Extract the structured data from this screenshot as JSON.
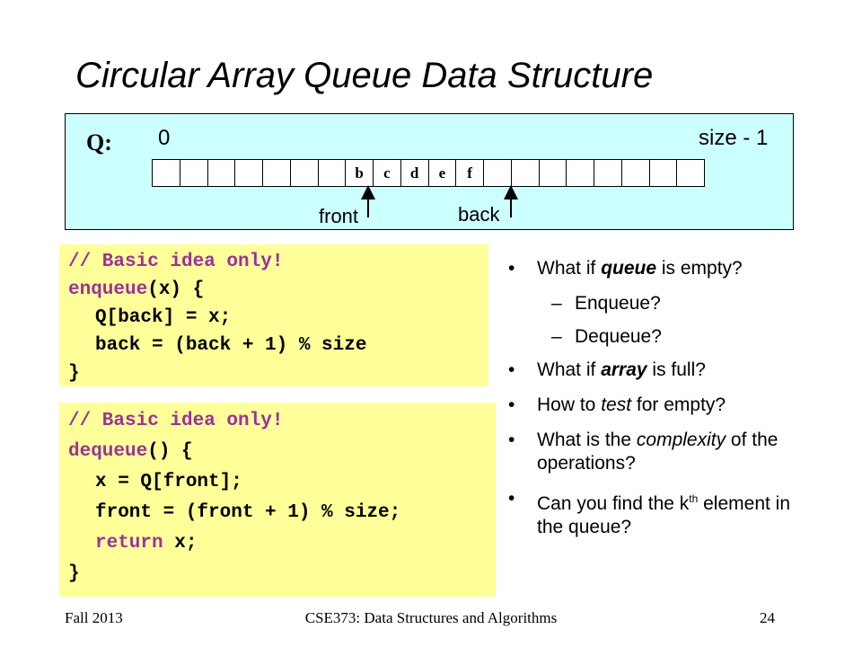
{
  "slide": {
    "title": "Circular Array Queue Data Structure"
  },
  "diagram": {
    "queue_label": "Q:",
    "index_start": "0",
    "index_end": "size - 1",
    "cells": [
      "",
      "",
      "",
      "",
      "",
      "",
      "",
      "b",
      "c",
      "d",
      "e",
      "f",
      "",
      "",
      "",
      "",
      "",
      "",
      "",
      ""
    ],
    "front_label": "front",
    "back_label": "back",
    "colors": {
      "box_fill": "#ccffff",
      "code_fill": "#ffff99",
      "comment_color": "#993399"
    }
  },
  "code": {
    "enqueue": {
      "comment": "// Basic idea only!",
      "sig_name": "enqueue",
      "sig_rest": "(x) {",
      "line1": "Q[back] = x;",
      "line2": "back = (back + 1) % size",
      "close": "}"
    },
    "dequeue": {
      "comment": "// Basic idea only!",
      "sig_name": "dequeue",
      "sig_rest": "() {",
      "line1": "x = Q[front];",
      "line2": "front = (front + 1) % size;",
      "ret_kw": "return",
      "ret_rest": " x;",
      "close": "}"
    }
  },
  "bullets": {
    "b1_pre": "What if ",
    "b1_em": "queue",
    "b1_post": " is empty?",
    "s1": "Enqueue?",
    "s2": "Dequeue?",
    "b2_pre": "What if ",
    "b2_em": "array",
    "b2_post": " is full?",
    "b3_pre": "How to ",
    "b3_em": "test",
    "b3_post": " for empty?",
    "b4_pre": "What is the ",
    "b4_em": "complexity",
    "b4_post": " of the operations?",
    "b5_pre": "Can you find the k",
    "b5_sup": "th",
    "b5_post": " element in the queue?"
  },
  "footer": {
    "left": "Fall 2013",
    "center": "CSE373: Data Structures and Algorithms",
    "right": "24"
  }
}
